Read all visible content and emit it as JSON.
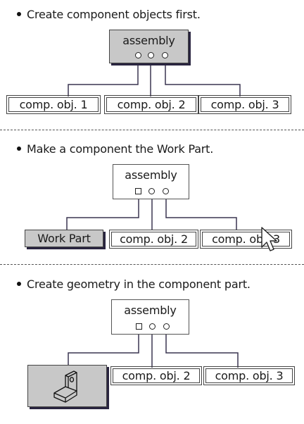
{
  "steps": [
    {
      "instruction": "Create component objects first.",
      "assembly_label": "assembly",
      "components": [
        "comp. obj. 1",
        "comp. obj. 2",
        "comp. obj. 3"
      ]
    },
    {
      "instruction": "Make a component the Work Part.",
      "assembly_label": "assembly",
      "components": [
        "Work Part",
        "comp. obj. 2",
        "comp. obj. 3"
      ]
    },
    {
      "instruction": "Create geometry in the component part.",
      "assembly_label": "assembly",
      "components": [
        "",
        "comp. obj. 2",
        "comp. obj. 3"
      ]
    }
  ],
  "colors": {
    "assembly_fill_step1": "#c8c8c8",
    "work_part_fill": "#c8c8c8",
    "shadow": "#2a2540",
    "line": "#3a3550"
  },
  "icons": [
    "connector-circle-icon",
    "connector-square-icon",
    "l-bracket-part-icon",
    "mouse-pointer-icon"
  ]
}
